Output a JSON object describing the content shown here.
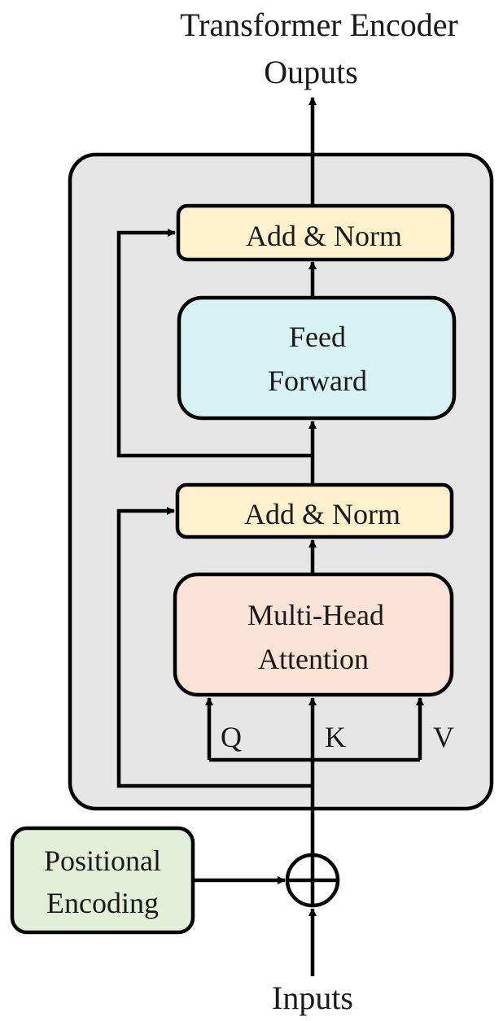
{
  "title": {
    "line1": "Transformer Encoder",
    "line2": "Ouputs"
  },
  "blocks": {
    "add_norm_top": "Add & Norm",
    "feed_forward": {
      "line1": "Feed",
      "line2": "Forward"
    },
    "add_norm_bottom": "Add & Norm",
    "multi_head_attention": {
      "line1": "Multi-Head",
      "line2": "Attention"
    },
    "positional_encoding": {
      "line1": "Positional",
      "line2": "Encoding"
    }
  },
  "qkv": {
    "q": "Q",
    "k": "K",
    "v": "V"
  },
  "inputs_label": "Inputs",
  "colors": {
    "encoder_background": "#e6e6e6",
    "add_norm": "#fff2cc",
    "feed_forward": "#d6f3f1",
    "attention": "#fbe4d6",
    "positional_encoding": "#e2f0d9"
  }
}
